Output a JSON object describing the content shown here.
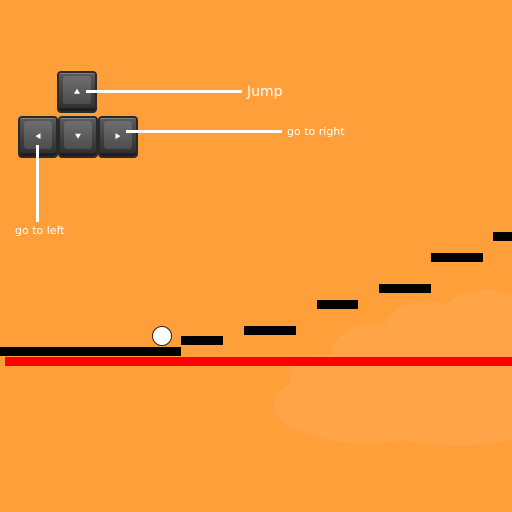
{
  "controls": {
    "jump_label": "Jump",
    "right_label": "go to right",
    "left_label": "go to left",
    "keys": {
      "up_icon": "arrow-up-key-icon",
      "left_icon": "arrow-left-key-icon",
      "down_icon": "arrow-down-key-icon",
      "right_icon": "arrow-right-key-icon"
    }
  },
  "colors": {
    "background": "#FF9F3A",
    "cloud": "#FFA447",
    "platform": "#000000",
    "lava": "#FF0000",
    "ball": "#FFFFFF",
    "text": "#FFFFFF"
  }
}
